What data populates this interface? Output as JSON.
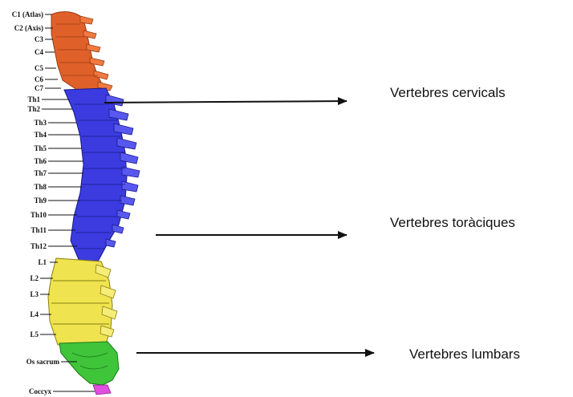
{
  "vertebra_labels": [
    {
      "text": "C1 (Atlas)",
      "color": "#e0602a"
    },
    {
      "text": "C2 (Axis)",
      "color": "#e0602a"
    },
    {
      "text": "C3",
      "color": "#e0602a"
    },
    {
      "text": "C4",
      "color": "#e0602a"
    },
    {
      "text": "C5",
      "color": "#e0602a"
    },
    {
      "text": "C6",
      "color": "#e0602a"
    },
    {
      "text": "C7",
      "color": "#e0602a"
    },
    {
      "text": "Th1",
      "color": "#3b3be0"
    },
    {
      "text": "Th2",
      "color": "#3b3be0"
    },
    {
      "text": "Th3",
      "color": "#3b3be0"
    },
    {
      "text": "Th4",
      "color": "#3b3be0"
    },
    {
      "text": "Th5",
      "color": "#3b3be0"
    },
    {
      "text": "Th6",
      "color": "#3b3be0"
    },
    {
      "text": "Th7",
      "color": "#3b3be0"
    },
    {
      "text": "Th8",
      "color": "#3b3be0"
    },
    {
      "text": "Th9",
      "color": "#3b3be0"
    },
    {
      "text": "Th10",
      "color": "#3b3be0"
    },
    {
      "text": "Th11",
      "color": "#3b3be0"
    },
    {
      "text": "Th12",
      "color": "#3b3be0"
    },
    {
      "text": "L1",
      "color": "#efe34f"
    },
    {
      "text": "L2",
      "color": "#efe34f"
    },
    {
      "text": "L3",
      "color": "#efe34f"
    },
    {
      "text": "L4",
      "color": "#efe34f"
    },
    {
      "text": "L5",
      "color": "#efe34f"
    },
    {
      "text": "Os sacrum",
      "color": "#3fc43a"
    },
    {
      "text": "Coccyx",
      "color": "#e04fe0"
    }
  ],
  "callouts": {
    "cervical": "Vertebres cervicals",
    "thoracic": "Vertebres toràciques",
    "lumbar": "Vertebres lumbars"
  },
  "colors": {
    "cervical": "#e0602a",
    "thoracic": "#3b3be0",
    "lumbar": "#efe34f",
    "sacrum": "#3fc43a",
    "coccyx": "#e04fe0",
    "arrow": "#111111"
  }
}
